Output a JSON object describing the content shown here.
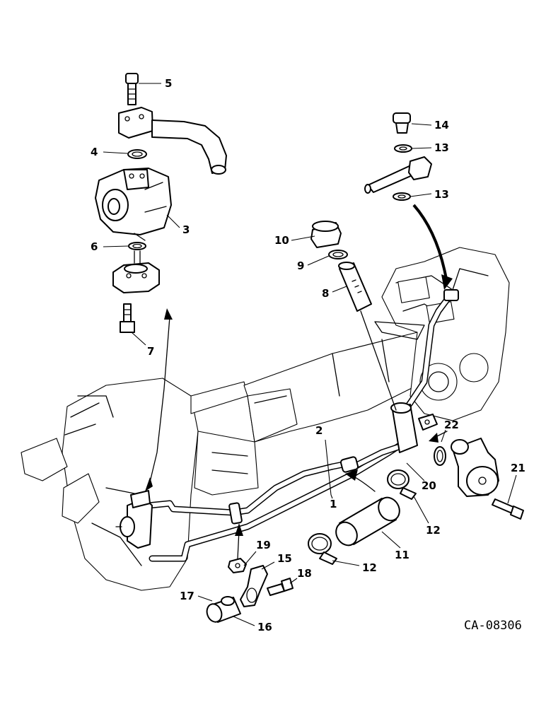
{
  "callouts": [
    {
      "id": "1",
      "label": "1"
    },
    {
      "id": "2",
      "label": "2"
    },
    {
      "id": "3",
      "label": "3"
    },
    {
      "id": "4",
      "label": "4"
    },
    {
      "id": "5",
      "label": "5"
    },
    {
      "id": "6",
      "label": "6"
    },
    {
      "id": "7",
      "label": "7"
    },
    {
      "id": "8",
      "label": "8"
    },
    {
      "id": "9",
      "label": "9"
    },
    {
      "id": "10",
      "label": "10"
    },
    {
      "id": "11",
      "label": "11"
    },
    {
      "id": "12a",
      "label": "12"
    },
    {
      "id": "12b",
      "label": "12"
    },
    {
      "id": "13a",
      "label": "13"
    },
    {
      "id": "13b",
      "label": "13"
    },
    {
      "id": "14",
      "label": "14"
    },
    {
      "id": "15",
      "label": "15"
    },
    {
      "id": "16",
      "label": "16"
    },
    {
      "id": "17",
      "label": "17"
    },
    {
      "id": "18",
      "label": "18"
    },
    {
      "id": "19",
      "label": "19"
    },
    {
      "id": "20",
      "label": "20"
    },
    {
      "id": "21",
      "label": "21"
    },
    {
      "id": "22",
      "label": "22"
    }
  ],
  "drawing_code": "CA-08306"
}
